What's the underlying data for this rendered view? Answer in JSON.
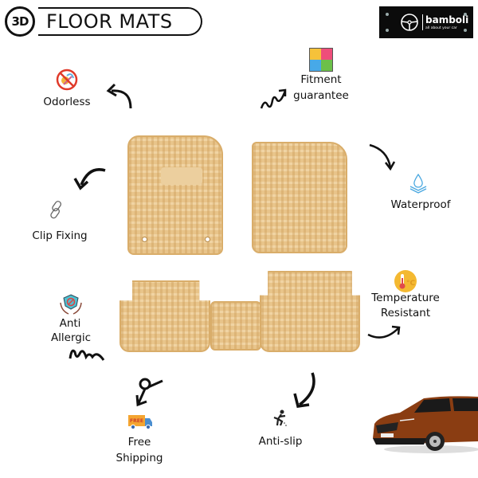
{
  "header": {
    "badge": "3D",
    "title": "FLOOR MATS"
  },
  "logo": {
    "name": "bamboli",
    "tagline": "all about your car",
    "icon": "steering-wheel-icon"
  },
  "features": [
    {
      "label": "Odorless",
      "icon": "no-odor-icon"
    },
    {
      "label_line1": "Fitment",
      "label_line2": "guarantee",
      "icon": "puzzle-icon"
    },
    {
      "label": "Waterproof",
      "icon": "water-drop-icon"
    },
    {
      "label": "Clip Fixing",
      "icon": "chain-link-icon"
    },
    {
      "label_line1": "Temperature",
      "label_line2": "Resistant",
      "icon": "thermometer-icon"
    },
    {
      "label_line1": "Anti",
      "label_line2": "Allergic",
      "icon": "shield-hands-icon"
    },
    {
      "label_line1": "Free",
      "label_line2": "Shipping",
      "icon": "delivery-truck-icon",
      "truck_text": "FREE"
    },
    {
      "label": "Anti-slip",
      "icon": "slipping-person-icon"
    }
  ],
  "colors": {
    "mat": "#e8c48a",
    "mat_edge": "#d9ad6a",
    "car": "#8a3d12",
    "logo_bg": "#0b0b0b"
  }
}
